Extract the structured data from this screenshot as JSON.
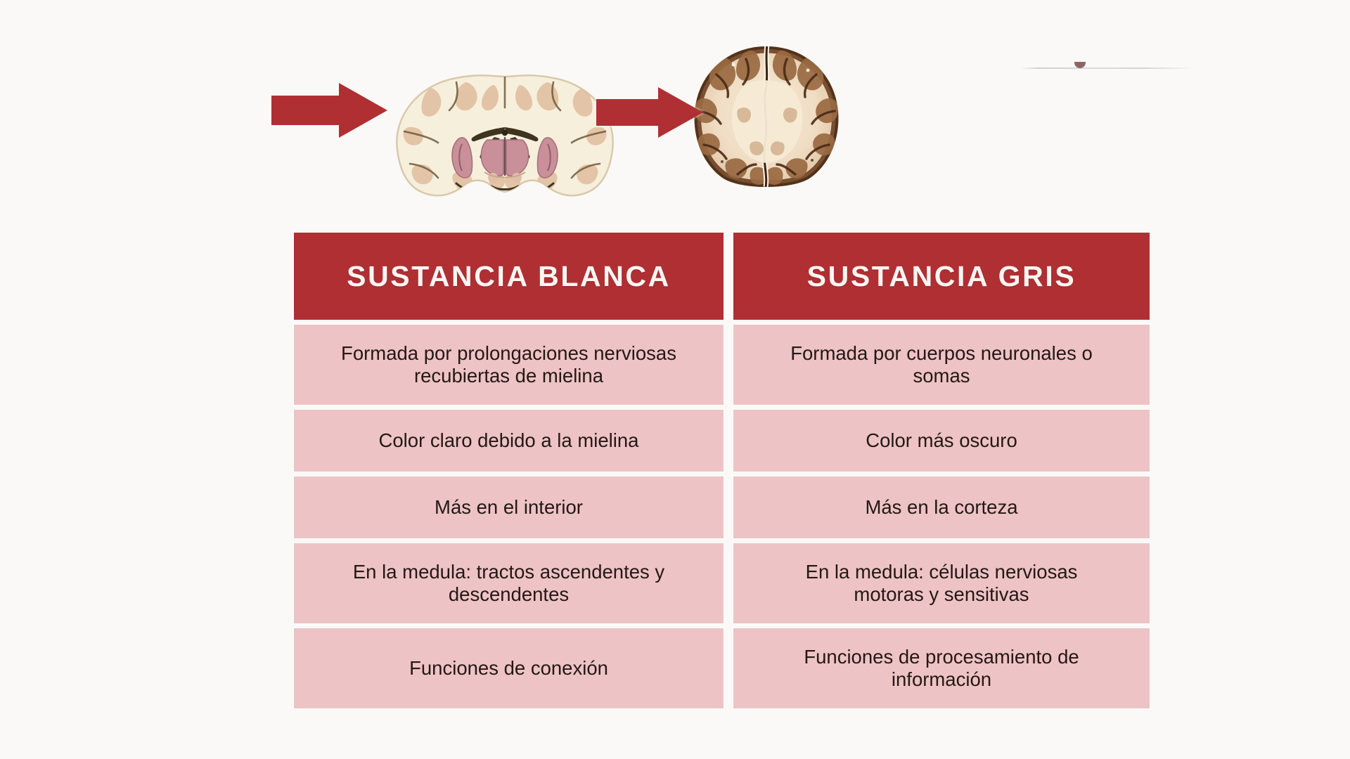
{
  "background_color": "#faf9f7",
  "accent_color": "#b02f33",
  "row_color": "#eec3c5",
  "text_color": "#231815",
  "figures": [
    {
      "name": "coronal-brain-illustration",
      "description": "Illustrated coronal brain section, cream white matter with pink basal ganglia and thalamus",
      "arrow_label": "red-right-arrow"
    },
    {
      "name": "axial-brain-photograph",
      "description": "Photographic axial brain section, brown gray matter cortex with pale white matter core",
      "arrow_label": "red-right-arrow"
    }
  ],
  "comparison": {
    "columns": [
      {
        "id": "sustancia-blanca",
        "header": "SUSTANCIA BLANCA",
        "rows": [
          {
            "lines": [
              "Formada por prolongaciones nerviosas",
              "recubiertas de mielina"
            ]
          },
          {
            "lines": [
              "Color claro debido a la mielina"
            ]
          },
          {
            "lines": [
              "Más en el interior"
            ]
          },
          {
            "lines": [
              "En la medula: tractos ascendentes y",
              "descendentes"
            ]
          },
          {
            "lines": [
              "Funciones de conexión"
            ]
          }
        ]
      },
      {
        "id": "sustancia-gris",
        "header": "SUSTANCIA GRIS",
        "rows": [
          {
            "lines": [
              "Formada por cuerpos neuronales o",
              "somas"
            ]
          },
          {
            "lines": [
              "Color más oscuro"
            ]
          },
          {
            "lines": [
              "Más en la corteza"
            ]
          },
          {
            "lines": [
              "En la medula: células nerviosas",
              "motoras y sensitivas"
            ]
          },
          {
            "lines": [
              "Funciones de procesamiento de",
              "información"
            ]
          }
        ]
      }
    ]
  }
}
